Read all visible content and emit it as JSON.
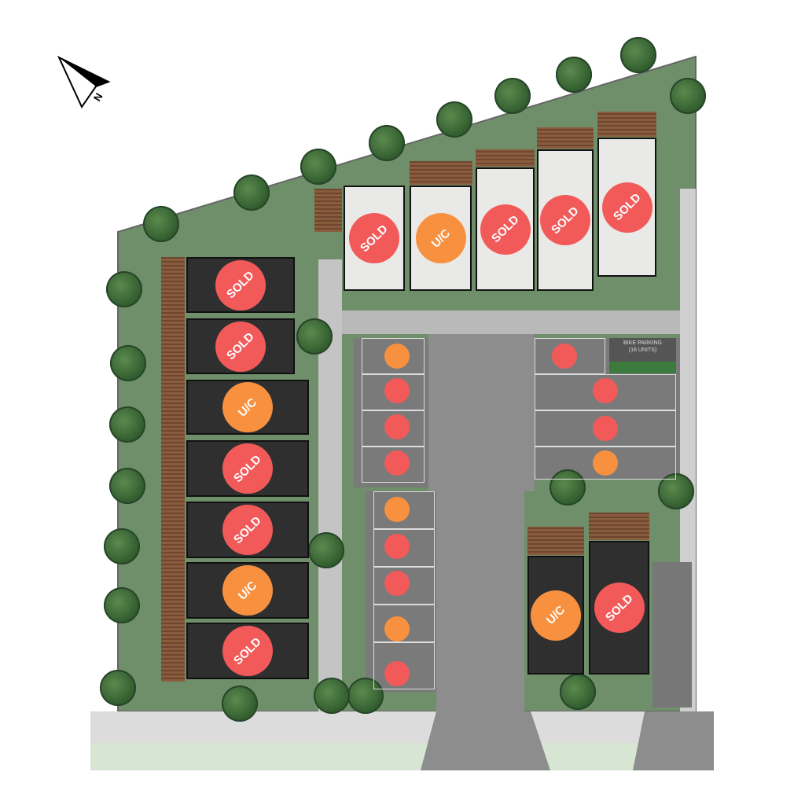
{
  "colors": {
    "sold": "#f25a5a",
    "under_construction": "#f8913f"
  },
  "compass": {
    "label": "N",
    "icon": "north-arrow-icon"
  },
  "bike_parking": {
    "line1": "BIKE PARKING",
    "line2": "(16 UNITS)"
  },
  "units": [
    {
      "group": "north",
      "style": "light",
      "status": "SOLD"
    },
    {
      "group": "north",
      "style": "light",
      "status": "U/C"
    },
    {
      "group": "north",
      "style": "light",
      "status": "SOLD"
    },
    {
      "group": "north",
      "style": "light",
      "status": "SOLD"
    },
    {
      "group": "north",
      "style": "light",
      "status": "SOLD"
    },
    {
      "group": "west",
      "style": "dark",
      "status": "SOLD"
    },
    {
      "group": "west",
      "style": "dark",
      "status": "SOLD"
    },
    {
      "group": "west",
      "style": "dark",
      "status": "U/C"
    },
    {
      "group": "west",
      "style": "dark",
      "status": "SOLD"
    },
    {
      "group": "west",
      "style": "dark",
      "status": "SOLD"
    },
    {
      "group": "west",
      "style": "dark",
      "status": "U/C"
    },
    {
      "group": "west",
      "style": "dark",
      "status": "SOLD"
    },
    {
      "group": "southeast",
      "style": "dark",
      "status": "U/C"
    },
    {
      "group": "southeast",
      "style": "dark",
      "status": "SOLD"
    }
  ],
  "parking": [
    {
      "status": "U/C"
    },
    {
      "status": "SOLD"
    },
    {
      "status": "SOLD"
    },
    {
      "status": "SOLD"
    },
    {
      "status": "U/C"
    },
    {
      "status": "SOLD"
    },
    {
      "status": "SOLD"
    },
    {
      "status": "U/C"
    },
    {
      "status": "SOLD"
    },
    {
      "status": "SOLD"
    },
    {
      "status": "SOLD"
    },
    {
      "status": "SOLD"
    },
    {
      "status": "U/C"
    }
  ]
}
